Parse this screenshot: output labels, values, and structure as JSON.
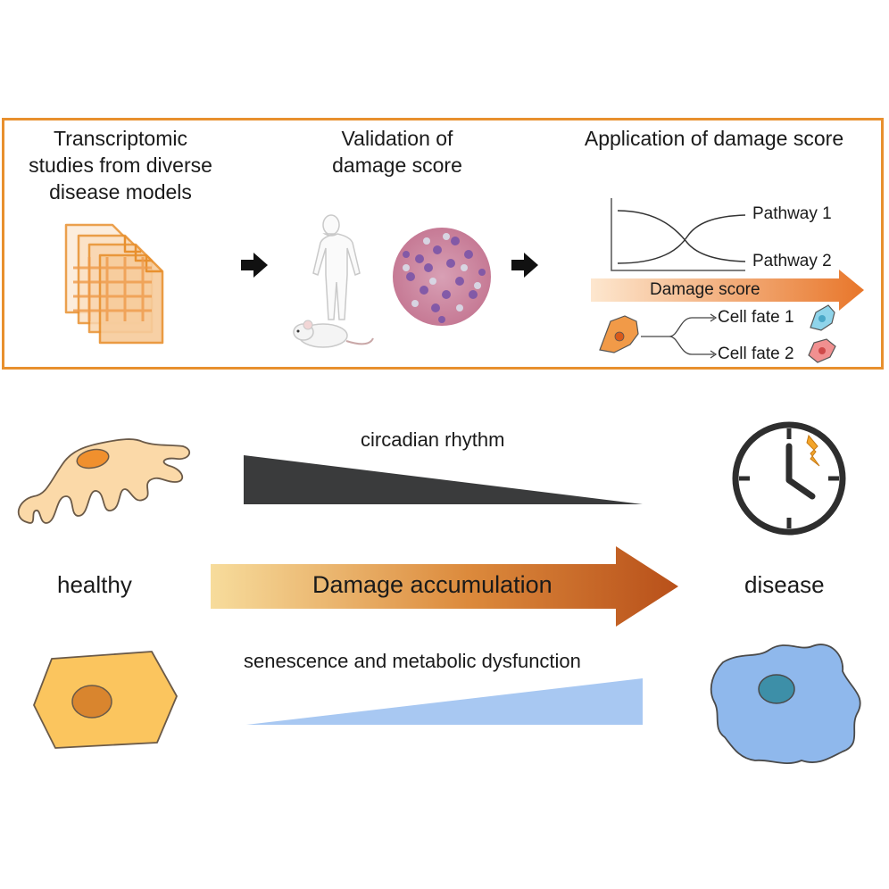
{
  "top_panel": {
    "col1_title": [
      "Transcriptomic",
      "studies from diverse",
      "disease models"
    ],
    "col2_title": [
      "Validation of",
      "damage score"
    ],
    "col3_title": "Application of damage score",
    "pathway_1": "Pathway 1",
    "pathway_2": "Pathway 2",
    "damage_score": "Damage score",
    "cell_fate_1": "Cell fate 1",
    "cell_fate_2": "Cell fate 2"
  },
  "bottom_panel": {
    "circadian": "circadian rhythm",
    "healthy": "healthy",
    "damage_accumulation": "Damage accumulation",
    "disease": "disease",
    "senescence": "senescence and metabolic dysfunction"
  },
  "colors": {
    "frame": "#e8902e",
    "arrow_start": "#f7dc9c",
    "arrow_end": "#b8501a",
    "circadian_wedge": "#3a3b3c",
    "senescence_wedge": "#a8c8f2"
  }
}
